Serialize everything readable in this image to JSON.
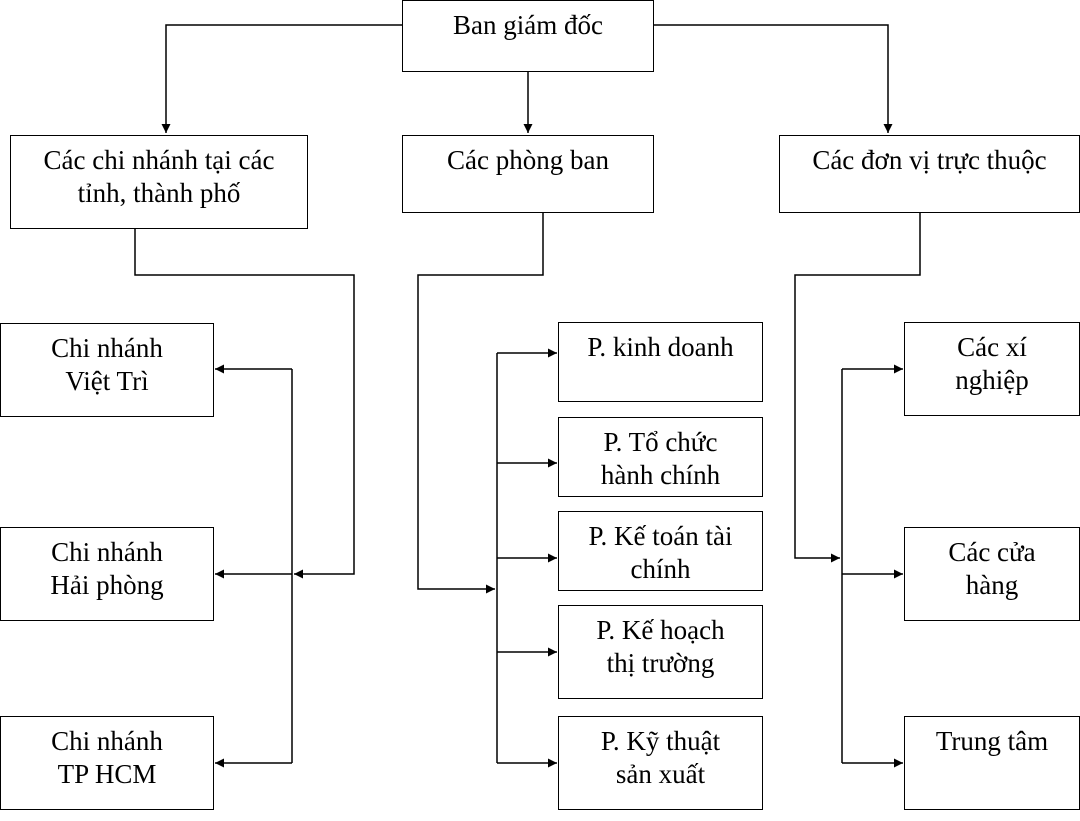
{
  "diagram": {
    "line_color": "#000000",
    "root": {
      "lines": [
        "Ban giám đốc"
      ]
    },
    "groups": {
      "branches": {
        "lines": [
          "Các chi nhánh tại các",
          "tỉnh, thành phố"
        ]
      },
      "departments": {
        "lines": [
          "Các phòng ban"
        ]
      },
      "units": {
        "lines": [
          "Các đơn vị trực thuộc"
        ]
      }
    },
    "branches": [
      {
        "lines": [
          "Chi nhánh",
          "Việt Trì"
        ]
      },
      {
        "lines": [
          "Chi nhánh",
          "Hải phòng"
        ]
      },
      {
        "lines": [
          "Chi nhánh",
          "TP HCM"
        ]
      }
    ],
    "departments": [
      {
        "lines": [
          "P. kinh doanh"
        ]
      },
      {
        "lines": [
          "P. Tổ chức",
          "hành chính"
        ]
      },
      {
        "lines": [
          "P. Kế toán tài",
          "chính"
        ]
      },
      {
        "lines": [
          "P. Kế hoạch",
          "thị trường"
        ]
      },
      {
        "lines": [
          "P. Kỹ thuật",
          "sản xuất"
        ]
      }
    ],
    "units": [
      {
        "lines": [
          "Các xí",
          "nghiệp"
        ]
      },
      {
        "lines": [
          "Các cửa",
          "hàng"
        ]
      },
      {
        "lines": [
          "Trung tâm"
        ]
      }
    ]
  }
}
